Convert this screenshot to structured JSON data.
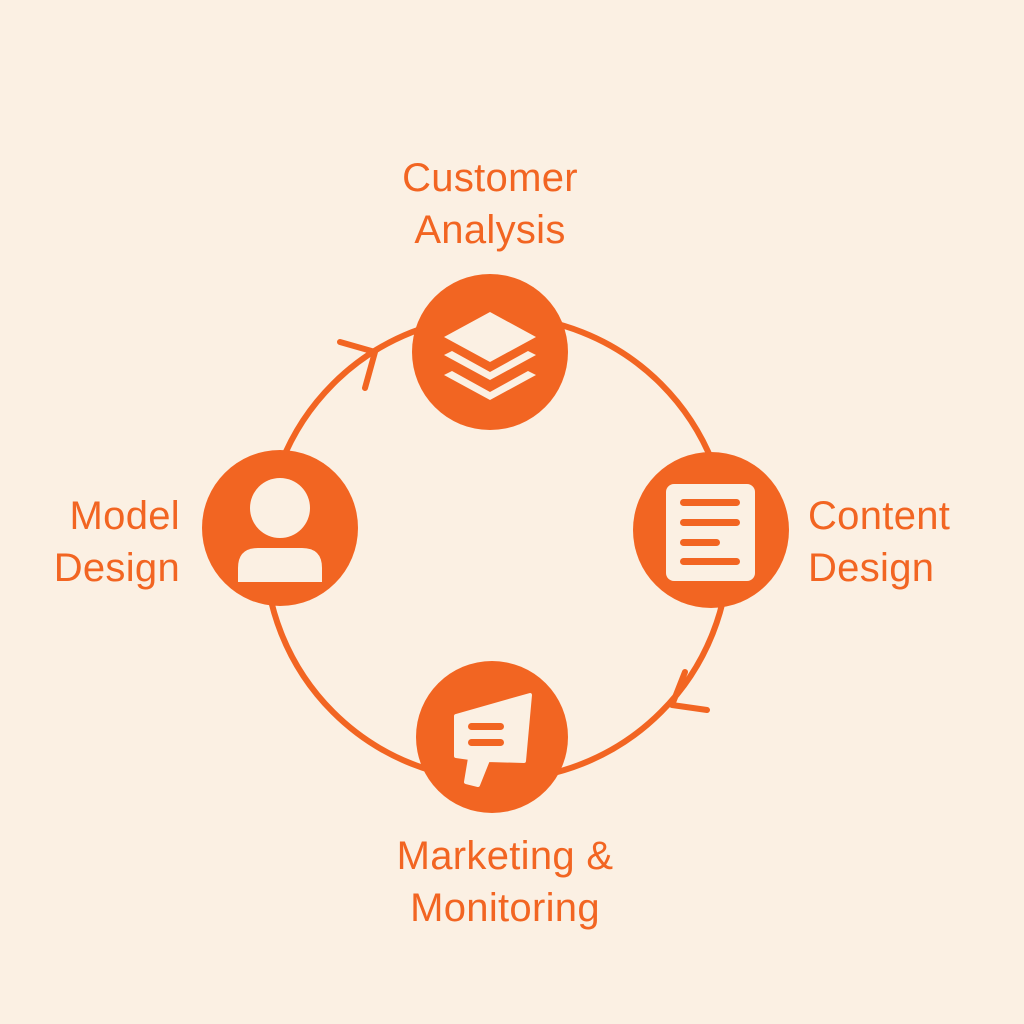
{
  "colors": {
    "background": "#fbf0e3",
    "accent": "#f26522",
    "icon": "#fbf0e3"
  },
  "stages": {
    "customer_analysis": {
      "line1": "Customer",
      "line2": "Analysis",
      "icon": "layers-icon"
    },
    "content_design": {
      "line1": "Content",
      "line2": "Design",
      "icon": "document-icon"
    },
    "marketing_monitoring": {
      "line1": "Marketing &",
      "line2": "Monitoring",
      "icon": "megaphone-icon"
    },
    "model_design": {
      "line1": "Model",
      "line2": "Design",
      "icon": "user-icon"
    }
  }
}
